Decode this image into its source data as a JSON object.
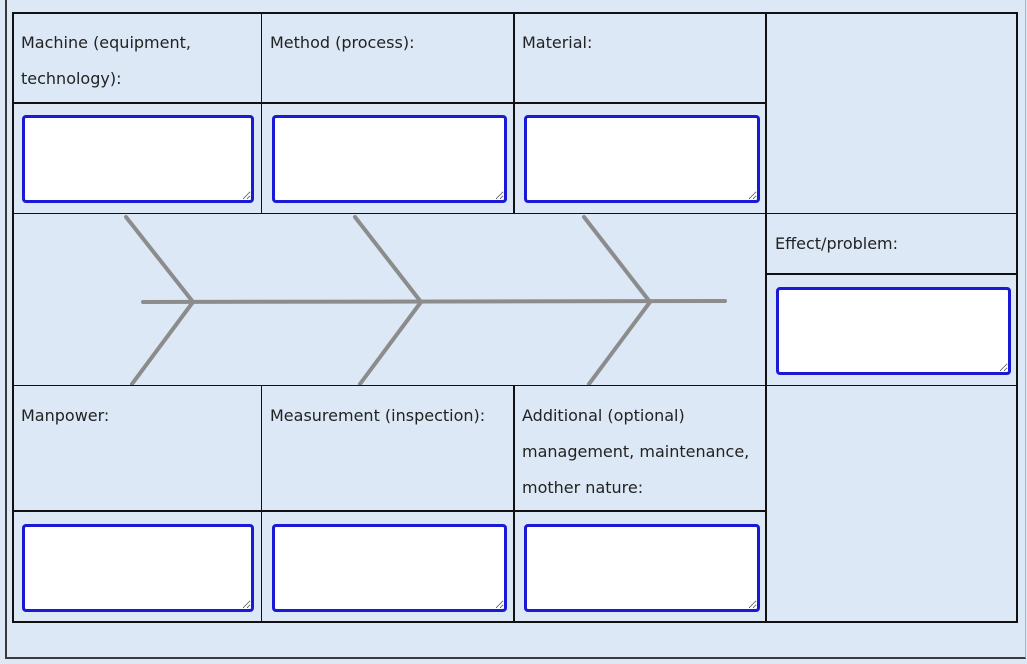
{
  "causes_top": [
    {
      "label": "Machine (equipment, technology):",
      "value": ""
    },
    {
      "label": "Method (process):",
      "value": ""
    },
    {
      "label": "Material:",
      "value": ""
    }
  ],
  "causes_bottom": [
    {
      "label": "Manpower:",
      "value": ""
    },
    {
      "label": "Measurement (inspection):",
      "value": ""
    },
    {
      "label": "Additional (optional) management, maintenance, mother nature:",
      "value": ""
    }
  ],
  "effect": {
    "label": "Effect/problem:",
    "value": ""
  },
  "colors": {
    "background": "#dce8f5",
    "input_border": "#1a1ad6",
    "grid_lines": "#111111",
    "fishbone": "#8c8c8c"
  },
  "icons": {
    "resize_grip": "resize-grip-icon",
    "diagram": "fishbone-diagram-icon"
  }
}
